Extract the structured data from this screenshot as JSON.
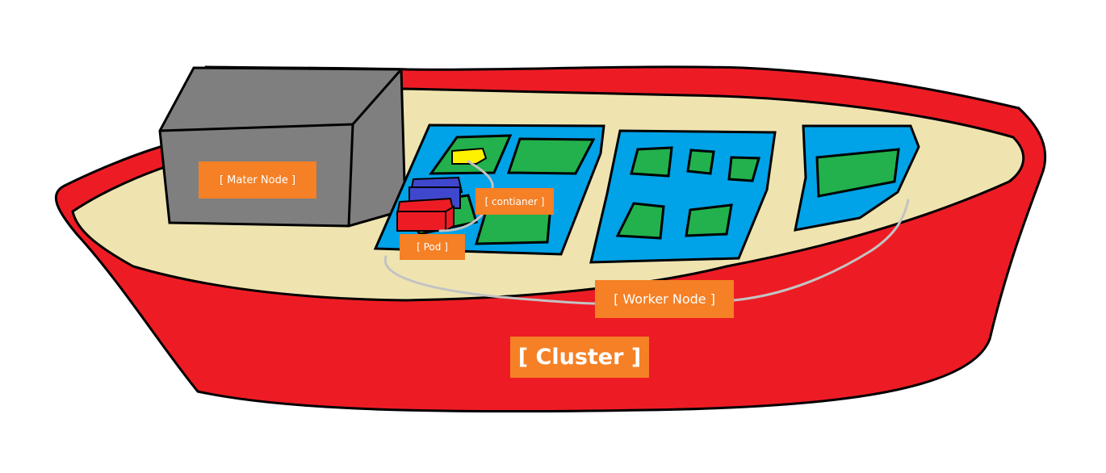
{
  "labels": {
    "master_node": "[ Mater Node ]",
    "container": "[ contianer ]",
    "pod": "[ Pod ]",
    "worker_node": "[ Worker Node ]",
    "cluster": "[ Cluster ]"
  },
  "colors": {
    "hull": "#ed1c24",
    "deck": "#efe4b0",
    "master_node": "#7f7f7f",
    "worker_node": "#00a2e8",
    "pod_area": "#22b14c",
    "pod_block": "#ed1c24",
    "pod_block_top": "#3f48cc",
    "container_block": "#fff200",
    "label_background": "#f58025",
    "label_text": "#ffffff",
    "connector": "#c3c3c3",
    "outline": "#000000"
  }
}
